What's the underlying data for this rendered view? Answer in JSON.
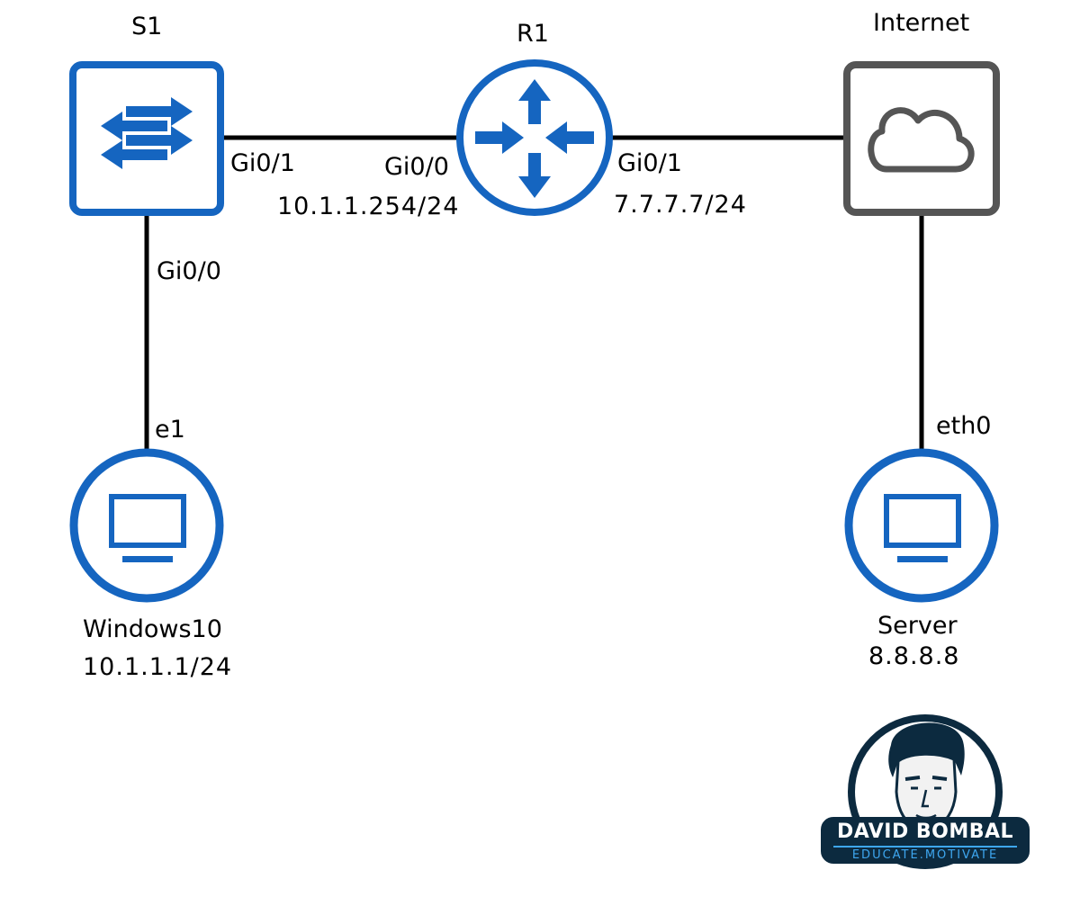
{
  "nodes": {
    "s1": {
      "name": "S1"
    },
    "r1": {
      "name": "R1"
    },
    "internet": {
      "name": "Internet"
    },
    "windows10": {
      "name": "Windows10",
      "ip": "10.1.1.1/24"
    },
    "server": {
      "name": "Server",
      "ip": "8.8.8.8"
    }
  },
  "interfaces": {
    "s1_gi01": "Gi0/1",
    "s1_gi00": "Gi0/0",
    "r1_gi00": "Gi0/0",
    "r1_gi00_ip": "10.1.1.254/24",
    "r1_gi01": "Gi0/1",
    "r1_gi01_ip": "7.7.7.7/24",
    "win_e1": "e1",
    "server_eth0": "eth0"
  },
  "logo": {
    "name": "DAVID BOMBAL",
    "tagline": "EDUCATE.MOTIVATE"
  },
  "colors": {
    "device_blue": "#1565c0",
    "cloud_gray": "#555555",
    "link": "#000000",
    "logo_dark": "#0c2a3f",
    "logo_accent": "#3ea7f0"
  },
  "icons": {
    "s1": "switch-icon",
    "r1": "router-icon",
    "internet": "cloud-icon",
    "windows10": "pc-monitor-icon",
    "server": "server-monitor-icon"
  }
}
